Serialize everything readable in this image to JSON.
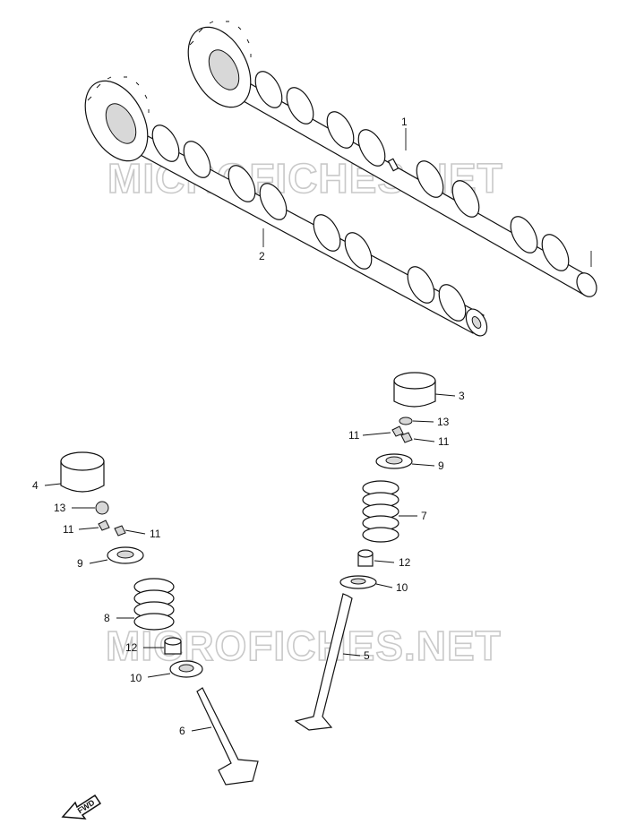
{
  "watermark": "MICROFICHES.NET",
  "fwd_label": "FWD",
  "callouts": {
    "c1": "1",
    "c2": "2",
    "c3": "3",
    "c4": "4",
    "c5": "5",
    "c6": "6",
    "c7": "7",
    "c8": "8",
    "c9_right": "9",
    "c9_left": "9",
    "c10_right": "10",
    "c10_left": "10",
    "c11_right_a": "11",
    "c11_right_b": "11",
    "c11_left_a": "11",
    "c11_left_b": "11",
    "c12_right": "12",
    "c12_left": "12",
    "c13_right": "13",
    "c13_left": "13"
  }
}
